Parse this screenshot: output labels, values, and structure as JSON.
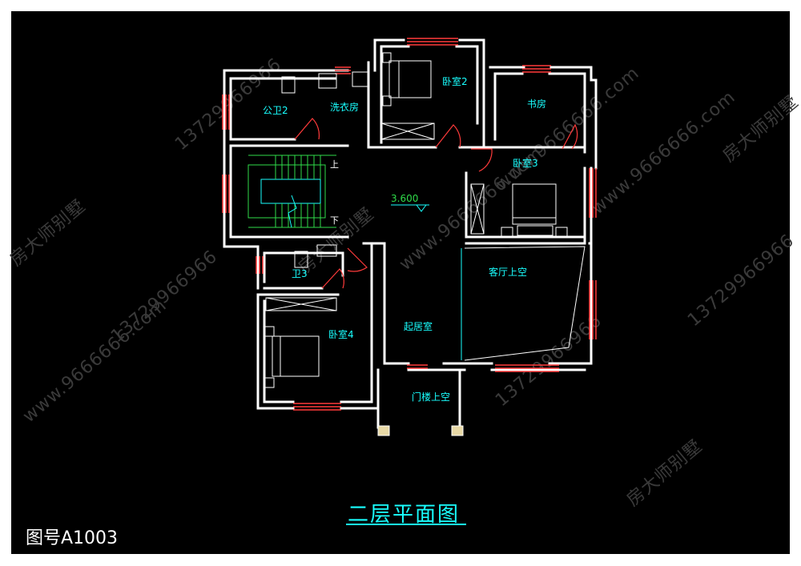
{
  "rooms": {
    "gongwei2": "公卫2",
    "xiyifang": "洗衣房",
    "woshi2": "卧室2",
    "shufang": "书房",
    "woshi3": "卧室3",
    "wei3": "卫3",
    "ketingshangkong": "客厅上空",
    "woshi4": "卧室4",
    "qijushi": "起居室",
    "menlou": "门楼上空"
  },
  "elevation": "3.600",
  "stair": {
    "up": "上",
    "down": "下"
  },
  "title": "二层平面图",
  "drawing_number": "图号A1003",
  "watermarks": [
    "房大师别墅",
    "www.9666666.com",
    "13729966966"
  ],
  "colors": {
    "background": "#000000",
    "wall": "#ffffff",
    "window": "#ff3b3b",
    "label": "#19ffff",
    "stair": "#2fdc4a",
    "watermark": "#3a3a3a"
  }
}
